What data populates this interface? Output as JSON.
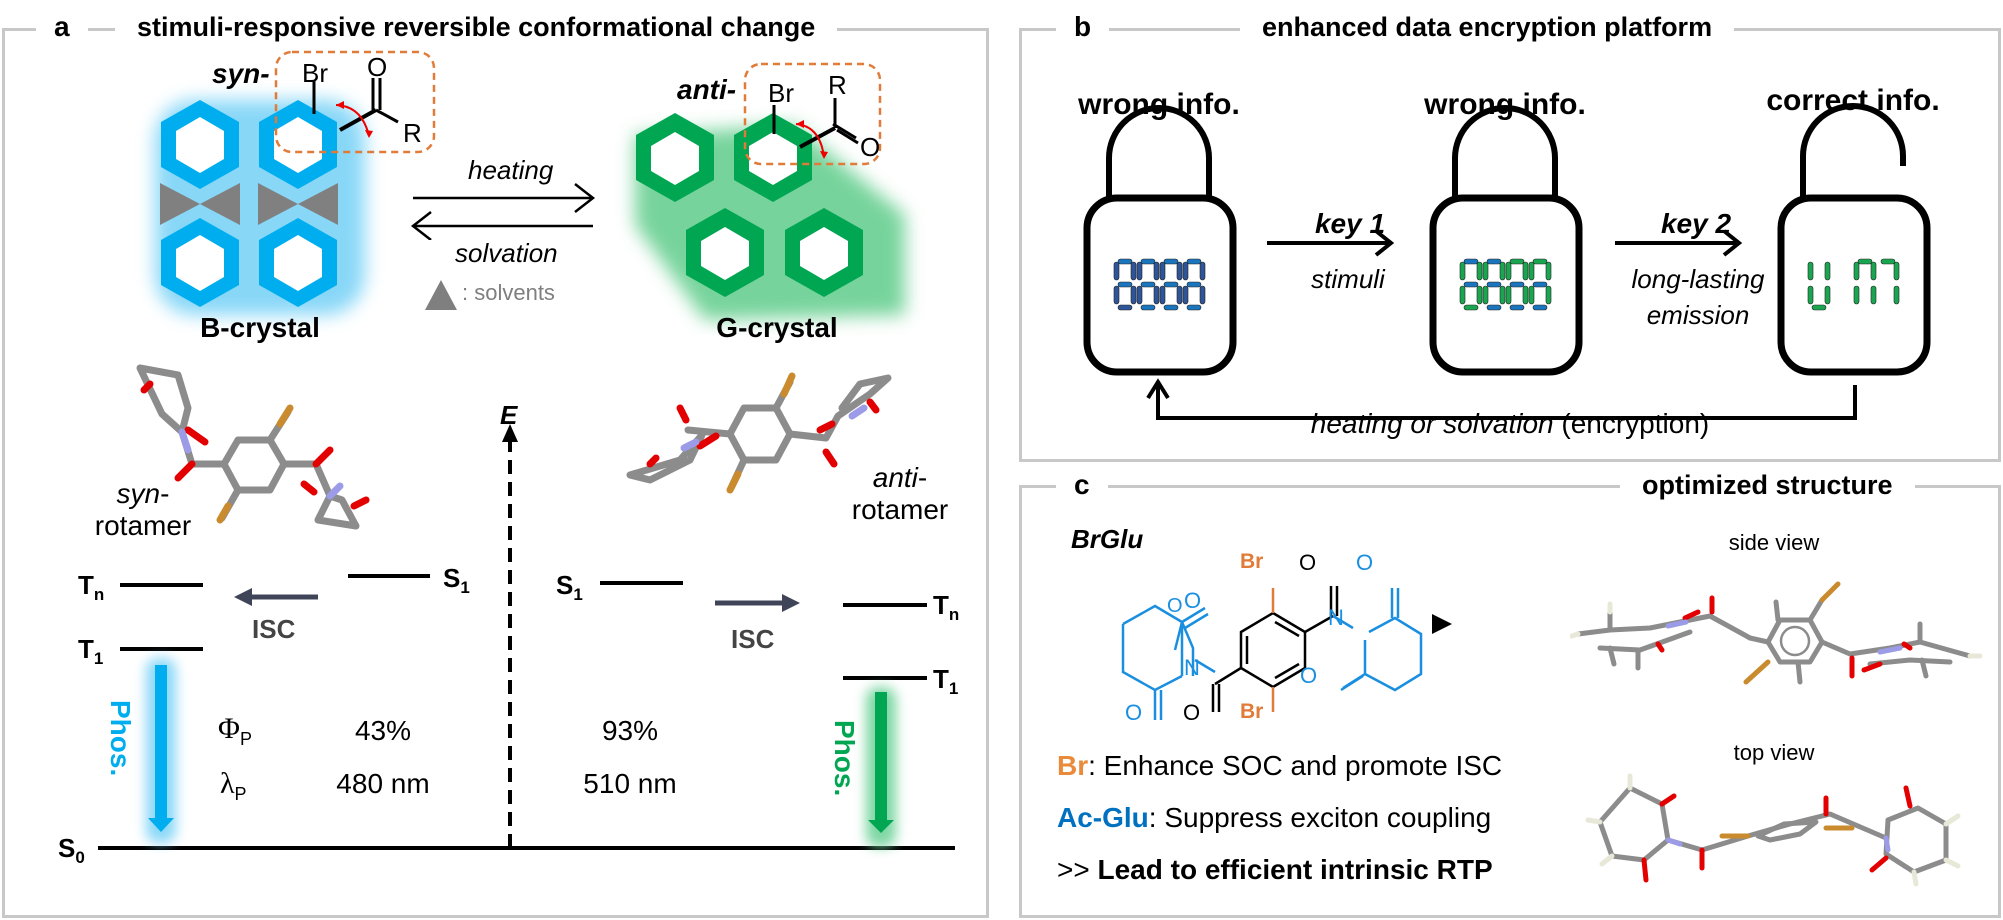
{
  "panel_a": {
    "label": "a",
    "title": "stimuli-responsive reversible conformational change",
    "syn_prefix": "syn-",
    "anti_prefix": "anti-",
    "br_atom": "Br",
    "o_atom": "O",
    "r_group": "R",
    "forward_condition": "heating",
    "reverse_condition": "solvation",
    "solvent_legend": ": solvents",
    "b_crystal_label": "B-crystal",
    "g_crystal_label": "G-crystal",
    "syn_rotamer_line1": "syn",
    "syn_rotamer_dash": "-",
    "syn_rotamer_line2": "rotamer",
    "anti_rotamer_line1": "anti",
    "anti_rotamer_dash": "-",
    "anti_rotamer_line2": "rotamer",
    "energy_axis": "E",
    "levels": {
      "tn": "T",
      "tn_sub": "n",
      "t1": "T",
      "t1_sub": "1",
      "s1": "S",
      "s1_sub": "1",
      "s0": "S",
      "s0_sub": "0"
    },
    "isc_label": "ISC",
    "phos_label": "Phos.",
    "phi_symbol": "Φ",
    "phi_sub": "P",
    "lambda_symbol": "λ",
    "lambda_sub": "P",
    "b_crystal_values": {
      "phi": "43%",
      "lambda": "480 nm"
    },
    "g_crystal_values": {
      "phi": "93%",
      "lambda": "510 nm"
    },
    "colors": {
      "blue": "#00aeef",
      "green": "#00a651",
      "orange_box": "#e07b39",
      "isc_arrow": "#404458",
      "solvent": "#7f7f7f"
    }
  },
  "panel_b": {
    "label": "b",
    "title": "enhanced data encryption platform",
    "locks": [
      {
        "caption": "wrong info.",
        "state": "locked"
      },
      {
        "caption": "wrong info.",
        "state": "locked"
      },
      {
        "caption": "correct info.",
        "state": "unlocked"
      }
    ],
    "key1": "key 1",
    "key1_sub": "stimuli",
    "key2": "key 2",
    "key2_sub_line1": "long-lasting",
    "key2_sub_line2": "emission",
    "loop_label_italic": "heating or solvation",
    "loop_label_plain": " (encryption)",
    "colors": {
      "dark_blue": "#2e5597",
      "blue": "#1b75bc",
      "green": "#1aa650"
    }
  },
  "panel_c": {
    "label": "c",
    "title": "optimized structure",
    "compound_name": "BrGlu",
    "side_view": "side view",
    "top_view": "top view",
    "notes": [
      {
        "key": "Br",
        "text": ": Enhance SOC and promote ISC",
        "color": "#e98b3a"
      },
      {
        "key": "Ac-Glu",
        "text": ": Suppress exciton coupling",
        "color": "#0070c0"
      }
    ],
    "conclusion_prefix": ">> ",
    "conclusion": "Lead to efficient intrinsic RTP",
    "atoms": {
      "br": "Br",
      "o": "O",
      "n": "N"
    }
  }
}
